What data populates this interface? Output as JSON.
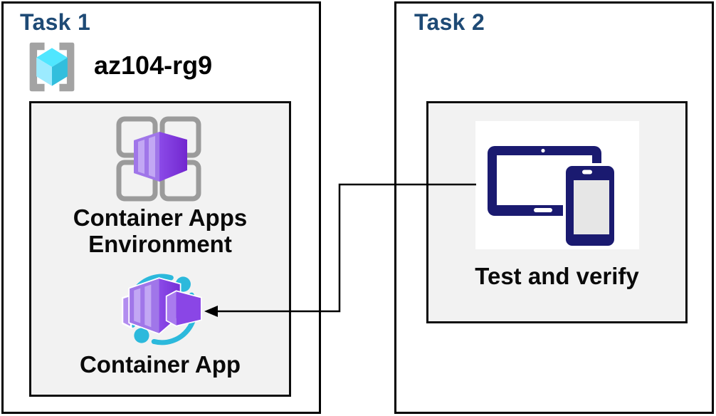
{
  "diagram": {
    "task1": {
      "title": "Task 1",
      "resource_group": {
        "name": "az104-rg9",
        "icon": "resource-group-icon"
      },
      "environment": {
        "label_line1": "Container Apps",
        "label_line2": "Environment",
        "icon": "container-apps-environment-icon"
      },
      "container_app": {
        "label": "Container App",
        "icon": "container-app-icon"
      }
    },
    "task2": {
      "title": "Task 2",
      "test": {
        "label": "Test and verify",
        "icon": "devices-icon"
      }
    },
    "connector": {
      "from": "test-and-verify-icon",
      "to": "container-app-icon",
      "style": "elbow-arrow"
    },
    "colors": {
      "title_text": "#1E4A75",
      "label_text": "#0A0A0A",
      "inner_panel_bg": "#F2F2F2",
      "outer_border": "#000000",
      "connector_line": "#000000",
      "azure_cyan": "#2CB9DC",
      "azure_purple": "#8243E3",
      "device_navy": "#1A1A70",
      "bracket_gray": "#A3A3A3",
      "cube_top": "#50E6FF",
      "cube_left": "#9CEBFF",
      "cube_right": "#32BEDD"
    }
  }
}
